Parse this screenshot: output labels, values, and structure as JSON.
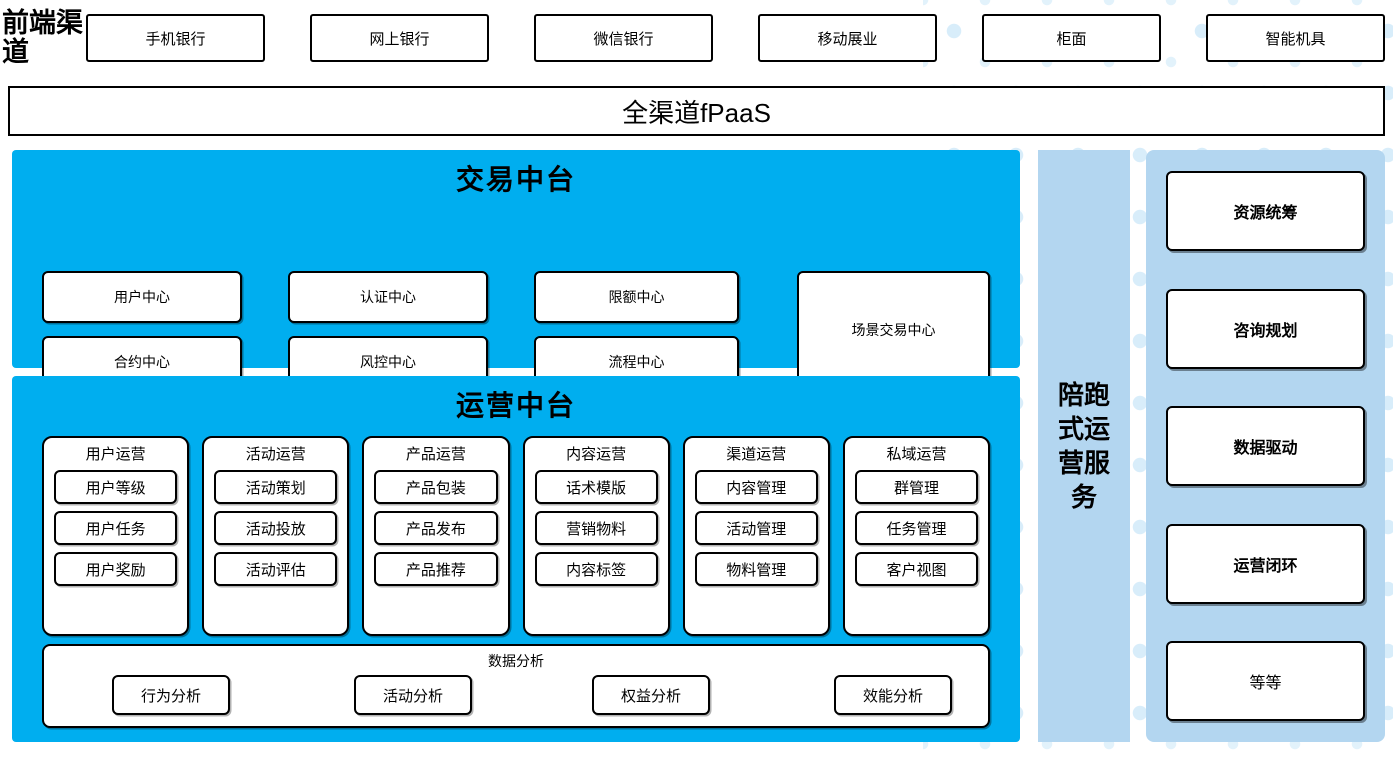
{
  "colors": {
    "cyan_panel": "#00AEEF",
    "light_blue_panel": "#B3D6F0",
    "dot_decoration": "#D8EDFA",
    "outline": "#000000",
    "card_background": "#FFFFFF"
  },
  "front_channels": {
    "label": "前端渠道",
    "items": [
      {
        "label": "手机银行"
      },
      {
        "label": "网上银行"
      },
      {
        "label": "微信银行"
      },
      {
        "label": "移动展业"
      },
      {
        "label": "柜面"
      },
      {
        "label": "智能机具"
      }
    ]
  },
  "fpaas": {
    "title": "全渠道fPaaS"
  },
  "trade_platform": {
    "title": "交易中台",
    "row1": [
      {
        "label": "用户中心"
      },
      {
        "label": "认证中心"
      },
      {
        "label": "限额中心"
      }
    ],
    "row2": [
      {
        "label": "合约中心"
      },
      {
        "label": "风控中心"
      },
      {
        "label": "流程中心"
      }
    ],
    "highlight": {
      "label": "场景交易中心"
    }
  },
  "ops_platform": {
    "title": "运营中台",
    "columns": [
      {
        "title": "用户运营",
        "items": [
          "用户等级",
          "用户任务",
          "用户奖励"
        ]
      },
      {
        "title": "活动运营",
        "items": [
          "活动策划",
          "活动投放",
          "活动评估"
        ]
      },
      {
        "title": "产品运营",
        "items": [
          "产品包装",
          "产品发布",
          "产品推荐"
        ]
      },
      {
        "title": "内容运营",
        "items": [
          "话术模版",
          "营销物料",
          "内容标签"
        ]
      },
      {
        "title": "渠道运营",
        "items": [
          "内容管理",
          "活动管理",
          "物料管理"
        ]
      },
      {
        "title": "私域运营",
        "items": [
          "群管理",
          "任务管理",
          "客户视图"
        ]
      }
    ],
    "analysis": {
      "title": "数据分析",
      "items": [
        "行为分析",
        "活动分析",
        "权益分析",
        "效能分析"
      ]
    }
  },
  "accompany_service": {
    "label": "陪跑式运营服务"
  },
  "service_panel": {
    "items": [
      {
        "label": "资源统筹",
        "bold": true
      },
      {
        "label": "咨询规划",
        "bold": true
      },
      {
        "label": "数据驱动",
        "bold": true
      },
      {
        "label": "运营闭环",
        "bold": true
      },
      {
        "label": "等等",
        "bold": false
      }
    ]
  }
}
